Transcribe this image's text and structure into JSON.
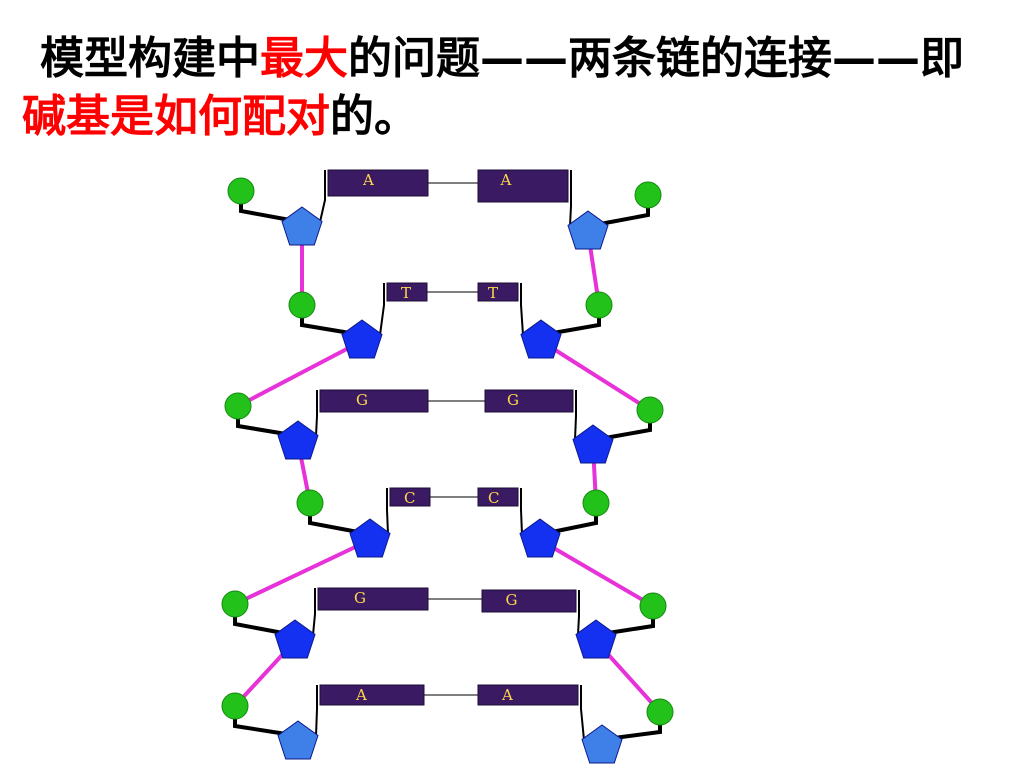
{
  "title": {
    "seg1": "模型构建中",
    "seg2": "最大",
    "seg3": "的问题——两条链的连接——即",
    "seg4": "碱基是如何配对",
    "seg5": "的。"
  },
  "colors": {
    "highlight": "#ff0000",
    "phosphate": "#22c21a",
    "sugar_light": "#3f7fe8",
    "sugar_dark": "#1430f0",
    "base_fill": "#3a1a63",
    "backbone": "#e632d8",
    "bond": "#000000",
    "base_text": "#ffd84a"
  },
  "icons": {
    "phosphate": "circle",
    "sugar": "pentagon",
    "base": "rectangle"
  },
  "pairs": [
    {
      "left": "A",
      "right": "A"
    },
    {
      "left": "T",
      "right": "T"
    },
    {
      "left": "G",
      "right": "G"
    },
    {
      "left": "C",
      "right": "C"
    },
    {
      "left": "G",
      "right": "G"
    },
    {
      "left": "A",
      "right": "A"
    }
  ]
}
